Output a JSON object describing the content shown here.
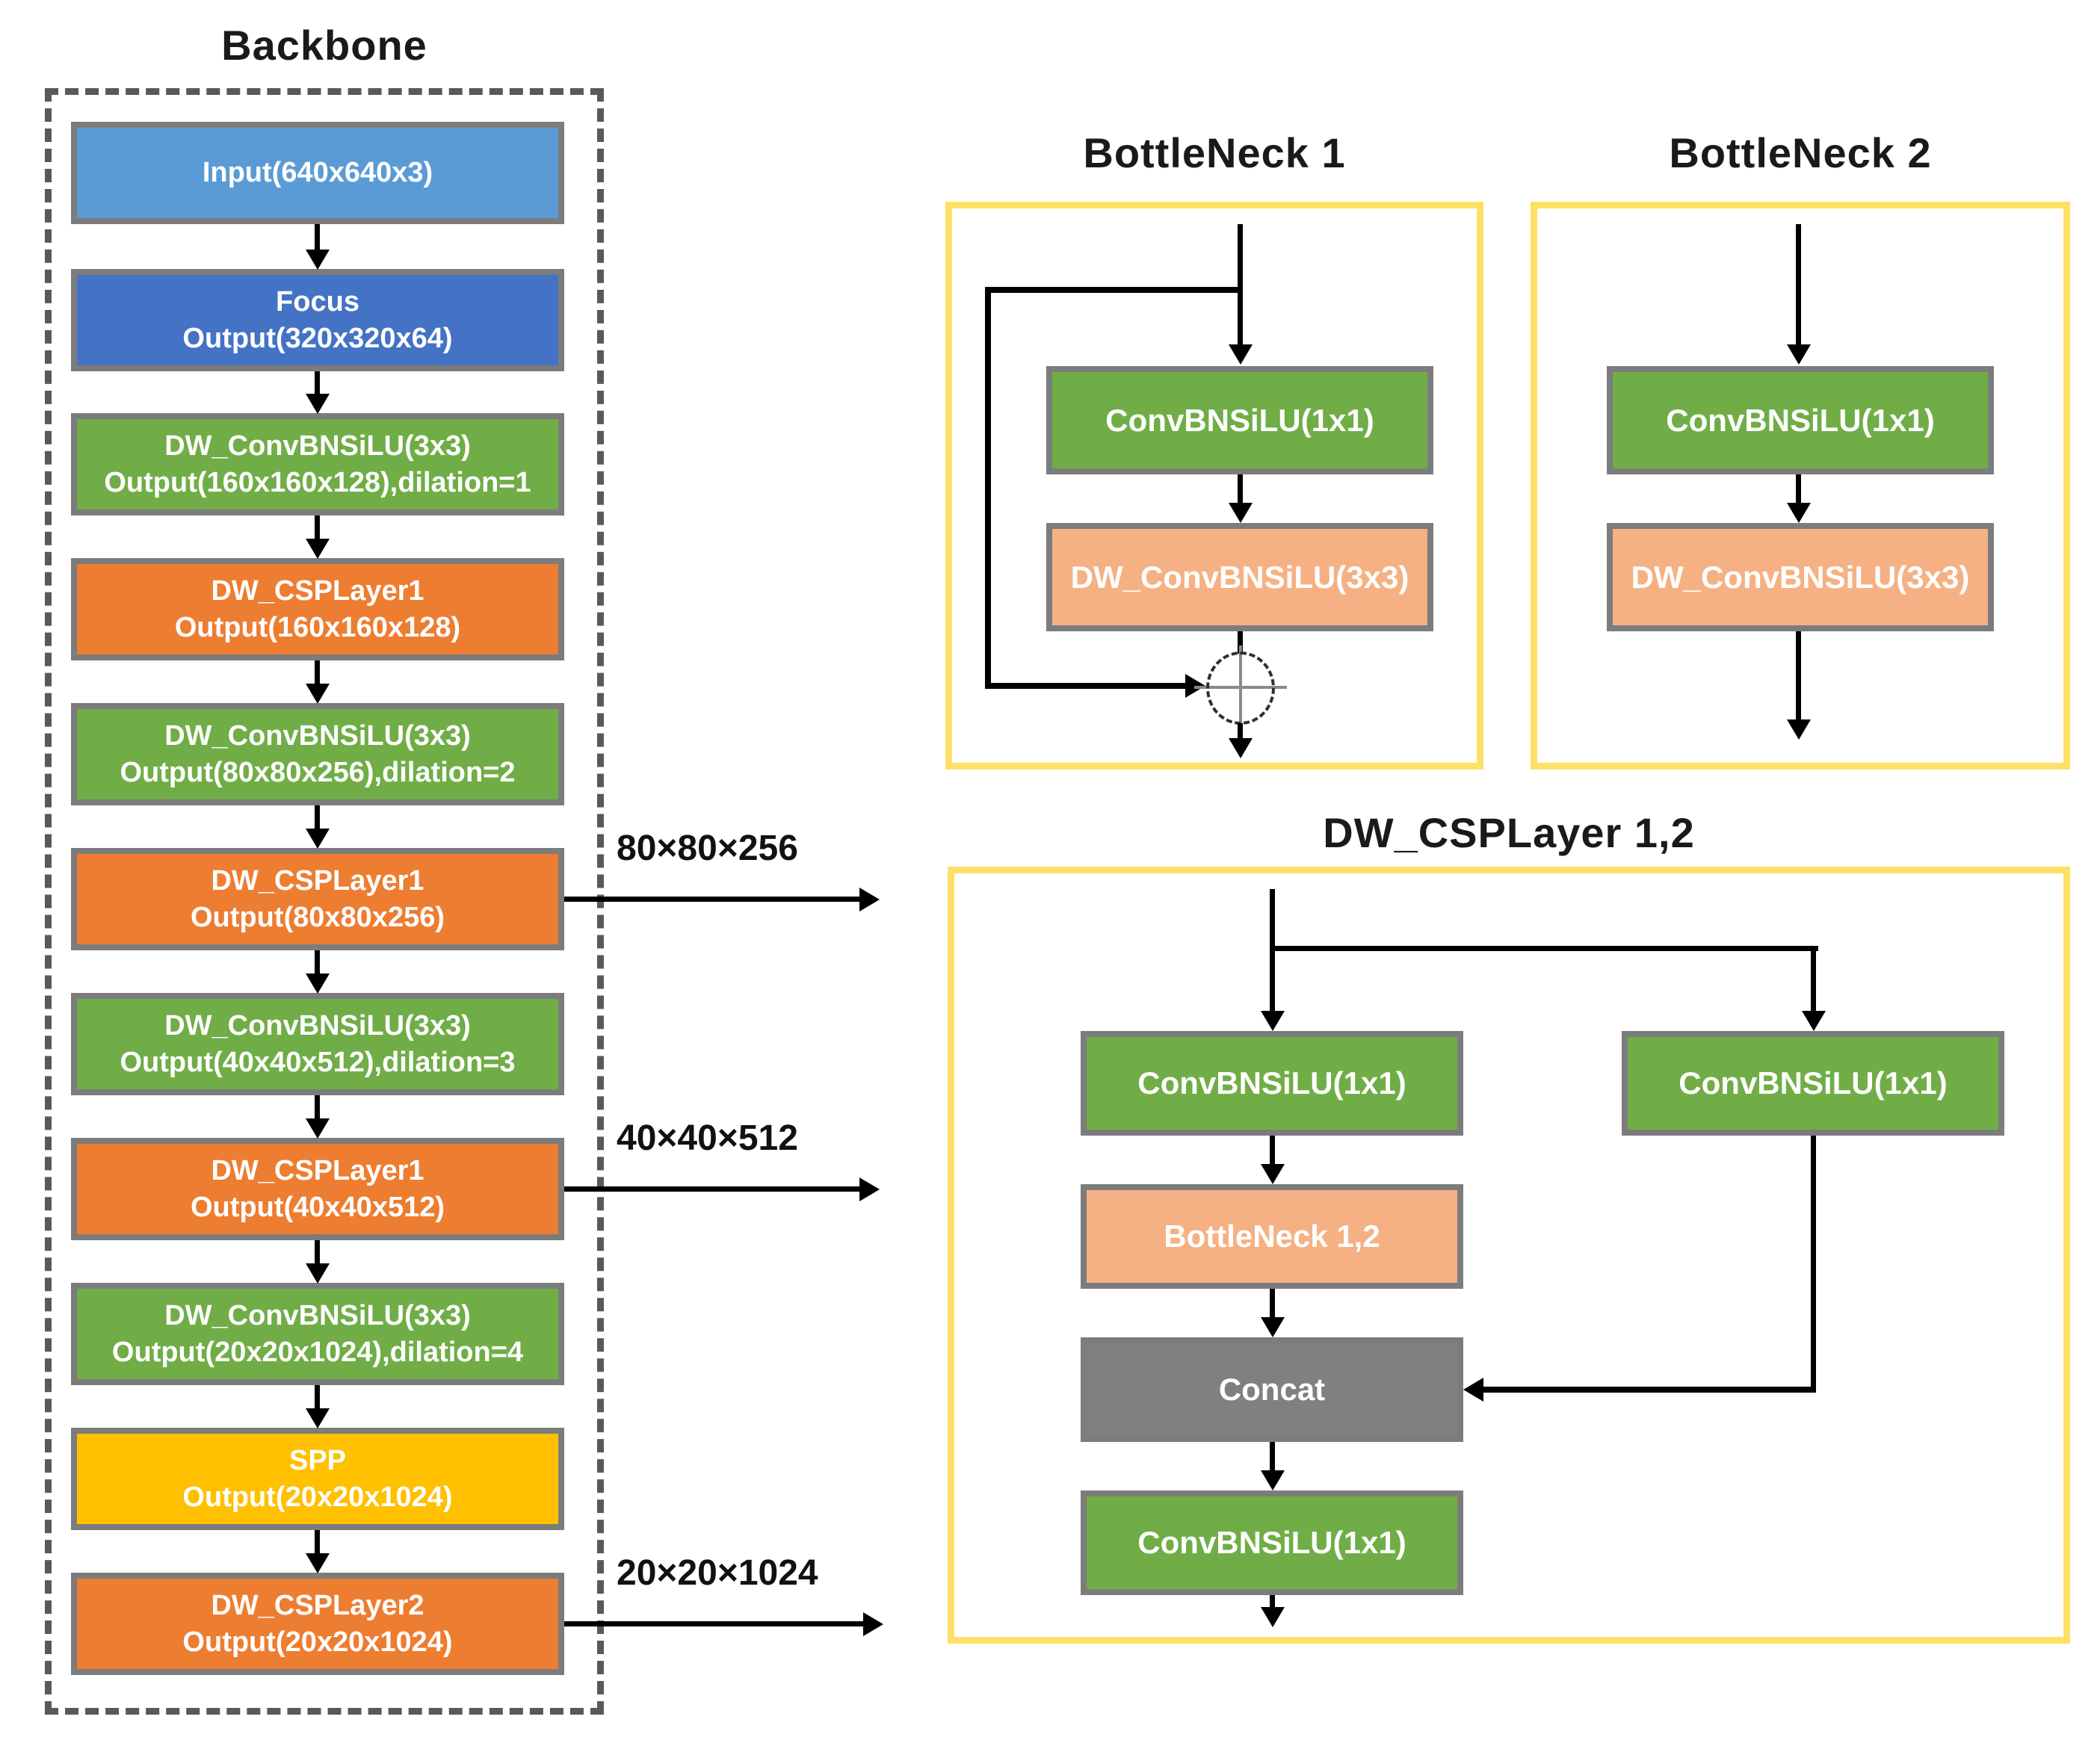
{
  "diagram": {
    "backbone": {
      "title": "Backbone",
      "blocks": [
        {
          "line1": "Input(640x640x3)",
          "line2": ""
        },
        {
          "line1": "Focus",
          "line2": "Output(320x320x64)"
        },
        {
          "line1": "DW_ConvBNSiLU(3x3)",
          "line2": "Output(160x160x128),dilation=1"
        },
        {
          "line1": "DW_CSPLayer1",
          "line2": "Output(160x160x128)"
        },
        {
          "line1": "DW_ConvBNSiLU(3x3)",
          "line2": "Output(80x80x256),dilation=2"
        },
        {
          "line1": "DW_CSPLayer1",
          "line2": "Output(80x80x256)"
        },
        {
          "line1": "DW_ConvBNSiLU(3x3)",
          "line2": "Output(40x40x512),dilation=3"
        },
        {
          "line1": "DW_CSPLayer1",
          "line2": "Output(40x40x512)"
        },
        {
          "line1": "DW_ConvBNSiLU(3x3)",
          "line2": "Output(20x20x1024),dilation=4"
        },
        {
          "line1": "SPP",
          "line2": "Output(20x20x1024)"
        },
        {
          "line1": "DW_CSPLayer2",
          "line2": "Output(20x20x1024)"
        }
      ],
      "outputs": [
        "80×80×256",
        "40×40×512",
        "20×20×1024"
      ]
    },
    "bottleneck1": {
      "title": "BottleNeck 1",
      "conv1": "ConvBNSiLU(1x1)",
      "conv2": "DW_ConvBNSiLU(3x3)",
      "add_icon": "circled-plus"
    },
    "bottleneck2": {
      "title": "BottleNeck 2",
      "conv1": "ConvBNSiLU(1x1)",
      "conv2": "DW_ConvBNSiLU(3x3)"
    },
    "csplayer": {
      "title": "DW_CSPLayer 1,2",
      "left_conv1": "ConvBNSiLU(1x1)",
      "bottleneck": "BottleNeck 1,2",
      "concat": "Concat",
      "out_conv": "ConvBNSiLU(1x1)",
      "right_conv": "ConvBNSiLU(1x1)"
    }
  },
  "colors": {
    "input_blue": "#5B9BD5",
    "focus_blue": "#4472C4",
    "green": "#70AD47",
    "orange": "#ED7D31",
    "gold": "#FFC000",
    "salmon": "#F5B183",
    "concat_gray": "#808080",
    "container_yellow": "#FFE067",
    "dashed_gray": "#595959",
    "block_border": "#7C7C7C"
  }
}
